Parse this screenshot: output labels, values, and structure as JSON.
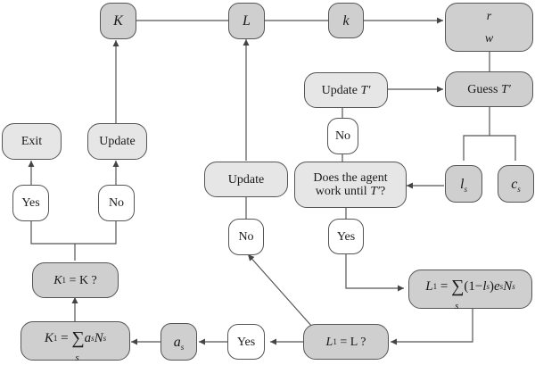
{
  "diagram": {
    "nodes": {
      "K": "K",
      "L": "L",
      "k": "k",
      "r": "r",
      "w": "w",
      "update_t_prime": "Update",
      "guess_t_prime": "Guess",
      "t_prime_symbol": "T′",
      "no_top": "No",
      "work_until_line1": "Does the agent",
      "work_until_line2": "work until",
      "work_until_q": "?",
      "ls_base": "l",
      "cs_base": "c",
      "sub_s": "s",
      "exit": "Exit",
      "update_k": "Update",
      "yes_k": "Yes",
      "no_k": "No",
      "update_l": "Update",
      "no_l": "No",
      "yes_work": "Yes",
      "k1_eq_k": "K",
      "k1_eq_k_rest": " = K ?",
      "k1_sum_lhs": "K",
      "k1_sum_eq": " = ",
      "k1_sum_sigma": "∑",
      "k1_sum_rhs_a": "a",
      "k1_sum_rhs_N": "N",
      "as_base": "a",
      "yes_l": "Yes",
      "l1_eq_l": "L",
      "l1_eq_l_rest": " = L ?",
      "l1_sum_lhs": "L",
      "l1_sum_eq": " = ",
      "l1_sum_rhs_open": "(1−",
      "l1_sum_rhs_l": "l",
      "l1_sum_rhs_close": ")",
      "l1_sum_rhs_e": "e",
      "l1_sum_rhs_N": "N",
      "sup_1": "1"
    },
    "colors": {
      "dark_fill": "#cfcfcf",
      "light_fill": "#e6e6e6",
      "white_fill": "#ffffff",
      "stroke": "#555555"
    }
  }
}
